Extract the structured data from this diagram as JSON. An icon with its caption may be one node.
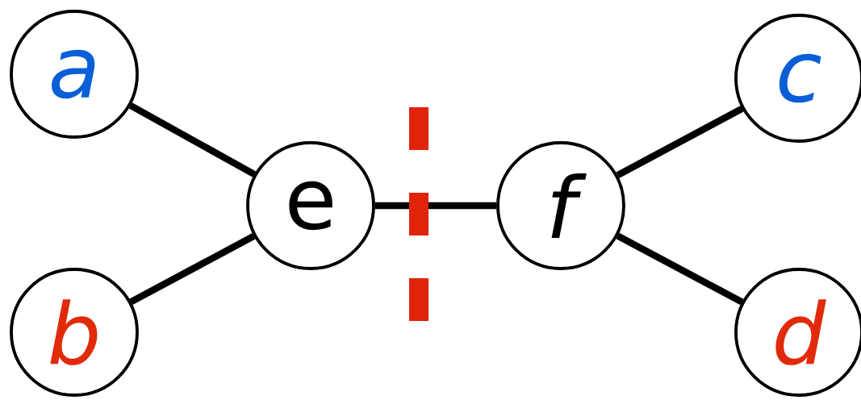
{
  "diagram": {
    "nodes": [
      {
        "text": [
          "a"
        ]
      },
      {
        "text": [
          "b"
        ]
      },
      {
        "text": [
          "e"
        ]
      },
      {
        "text": [
          "f"
        ]
      },
      {
        "text": [
          "c"
        ]
      },
      {
        "text": [
          "d"
        ]
      }
    ],
    "edges": [
      {
        "from": 0,
        "to": 2,
        "arrow": "none"
      },
      {
        "from": 1,
        "to": 2,
        "arrow": "none"
      },
      {
        "from": 2,
        "to": 3,
        "arrow": "none"
      },
      {
        "from": 3,
        "to": 4,
        "arrow": "none"
      },
      {
        "from": 3,
        "to": 5,
        "arrow": "none"
      }
    ]
  }
}
